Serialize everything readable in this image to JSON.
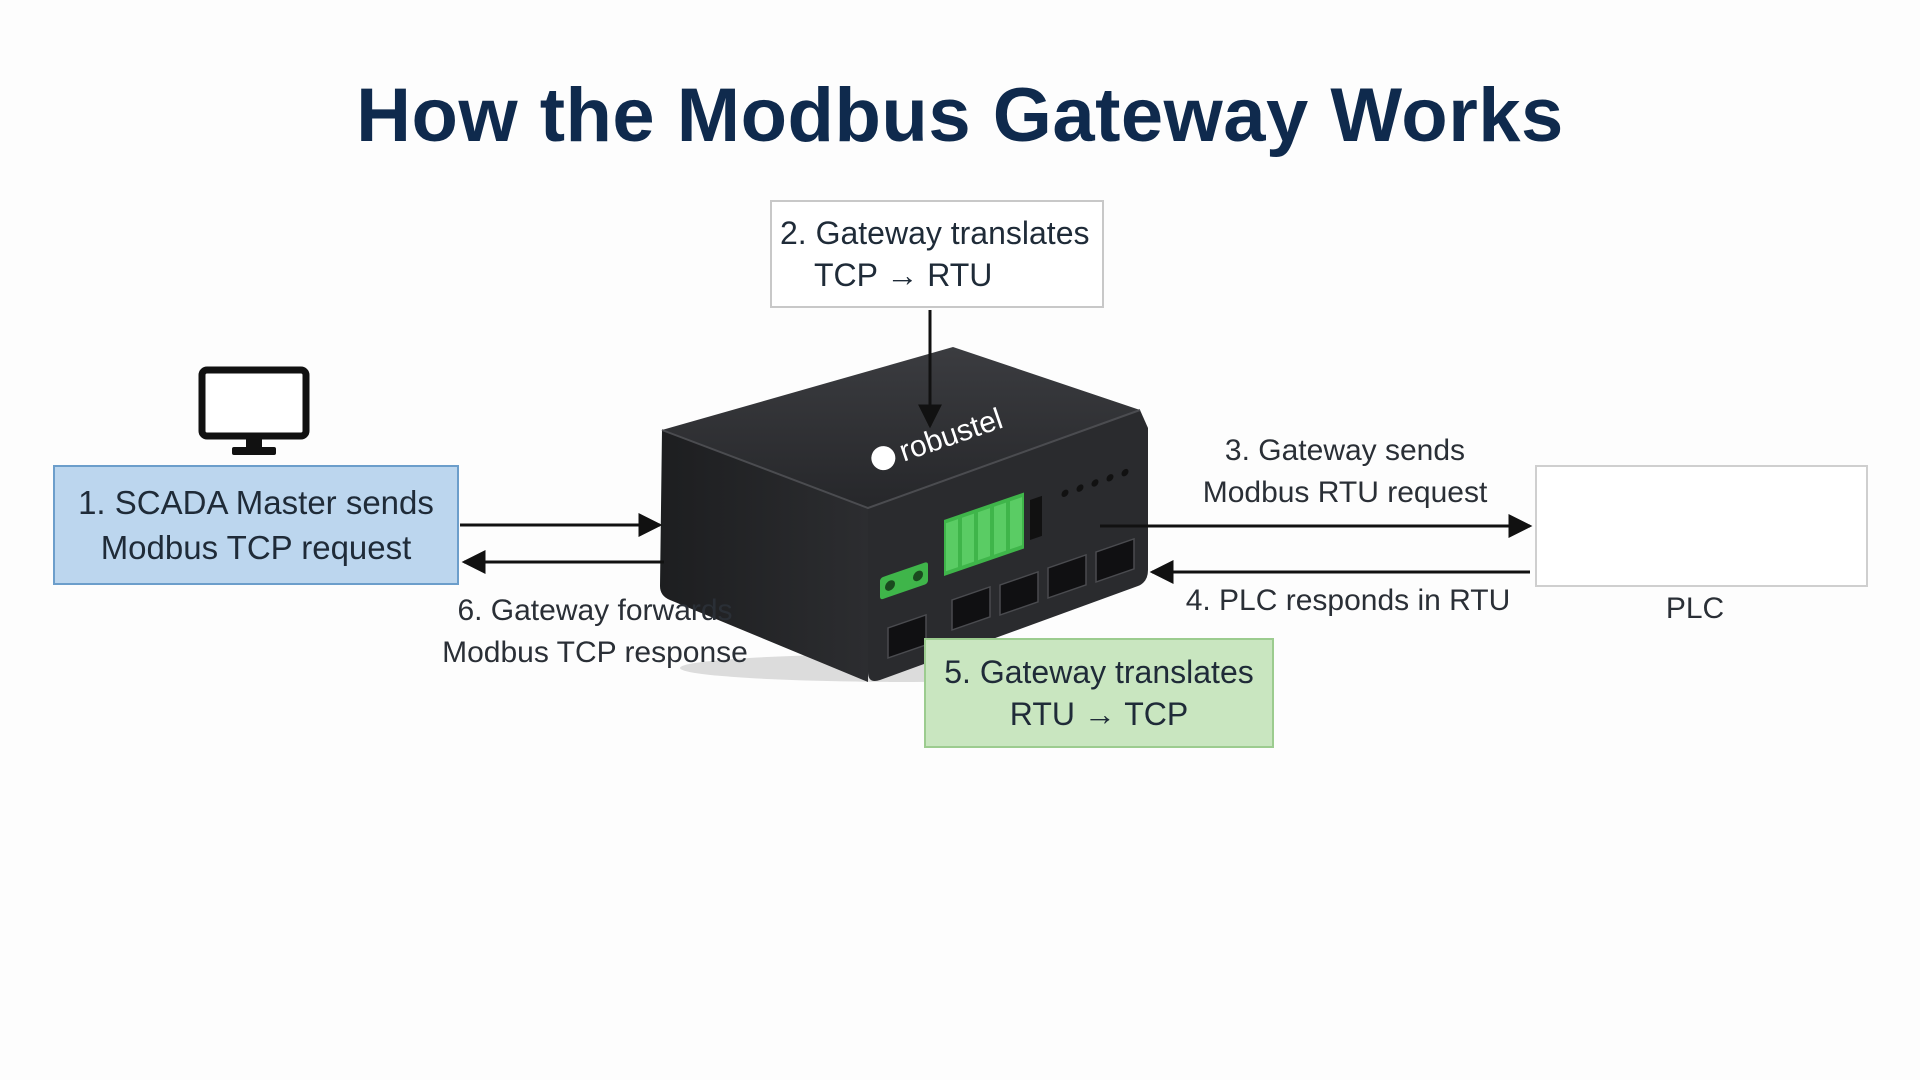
{
  "title": "How the Modbus Gateway Works",
  "steps": {
    "scada": {
      "line1": "1. SCADA Master sends",
      "line2": "Modbus TCP request"
    },
    "translate_tcp_rtu": {
      "line1": "2. Gateway translates",
      "line2": "TCP → RTU"
    },
    "sends_rtu": {
      "line1": "3. Gateway sends",
      "line2": "Modbus RTU request"
    },
    "plc_responds": {
      "line1": "4. PLC responds in RTU"
    },
    "translate_rtu_tcp": {
      "line1": "5. Gateway translates",
      "line2": "RTU → TCP"
    },
    "forwards": {
      "line1": "6. Gateway forwards",
      "line2": "Modbus TCP response"
    }
  },
  "plc_label": "PLC",
  "device_brand": "robustel",
  "icons": {
    "scada": "computer-monitor-icon",
    "gateway": "gateway-device-icon",
    "plc": "plc-unit-icon"
  },
  "colors": {
    "title": "#0f2a4d",
    "scada_box": "#bcd6ee",
    "translate_box": "#c9e6c0",
    "device_body": "#2a2b2e",
    "terminal_green": "#3fb54a"
  }
}
